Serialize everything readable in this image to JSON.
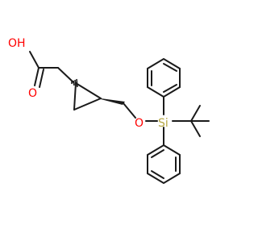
{
  "molecule": {
    "atoms": {
      "acid_oh": {
        "label": "OH",
        "color": "#ff0000"
      },
      "carbonyl_o": {
        "label": "O",
        "color": "#ff0000"
      },
      "ether_o": {
        "label": "O",
        "color": "#ff0000"
      },
      "silicon": {
        "label": "Si",
        "color": "#b5a642"
      }
    },
    "colors": {
      "bond": "#1a1a1a",
      "oxygen": "#ff0000",
      "silicon": "#b5a642"
    }
  }
}
